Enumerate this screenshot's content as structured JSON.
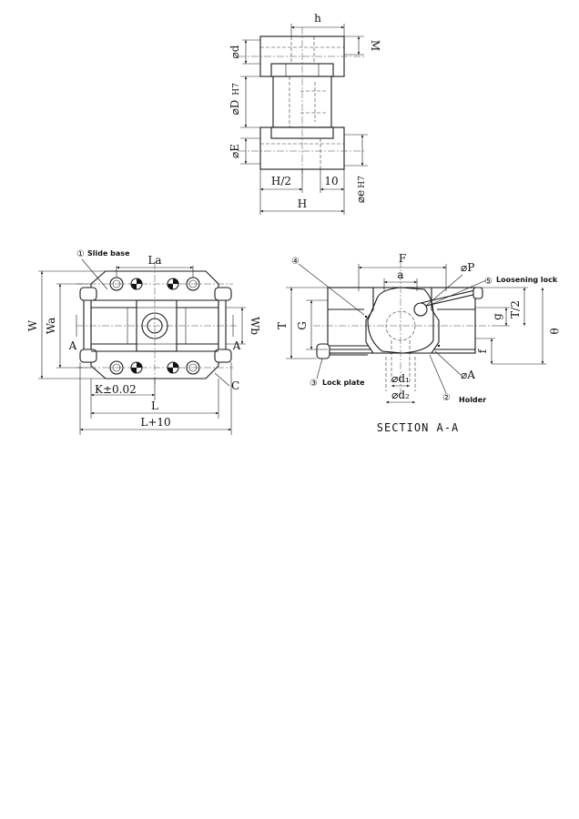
{
  "top_view": {
    "dim_h": "h",
    "dim_d": "⌀d",
    "dim_M": "M",
    "dim_D": "⌀D",
    "dim_D_tol": "H7",
    "dim_E": "⌀E",
    "dim_H2": "H/2",
    "dim_10": "10",
    "dim_e": "⌀e",
    "dim_e_tol": "H7",
    "dim_H": "H"
  },
  "plan_view": {
    "callout_1": "①",
    "label_slide_base": "Slide base",
    "dim_La": "La",
    "dim_W": "W",
    "dim_Wa": "Wa",
    "dim_Wb": "Wb",
    "dim_A_left": "A",
    "dim_A_right": "A",
    "dim_K": "K±0.02",
    "dim_C": "C",
    "dim_L": "L",
    "dim_L10": "L+10"
  },
  "section_view": {
    "callout_4": "④",
    "dim_F": "F",
    "dim_a": "a",
    "dim_P": "⌀P",
    "callout_5": "⑤",
    "label_loosening_lock": "Loosening lock",
    "dim_T": "T",
    "dim_G": "G",
    "dim_g": "g",
    "dim_T2": "T/2",
    "dim_theta": "θ",
    "dim_f": "f",
    "callout_3": "③",
    "label_lock_plate": "Lock plate",
    "dim_d1": "⌀d₁",
    "dim_A": "⌀A",
    "callout_2": "②",
    "label_holder": "Holder",
    "dim_d2": "⌀d₂",
    "title": "SECTION A-A"
  }
}
